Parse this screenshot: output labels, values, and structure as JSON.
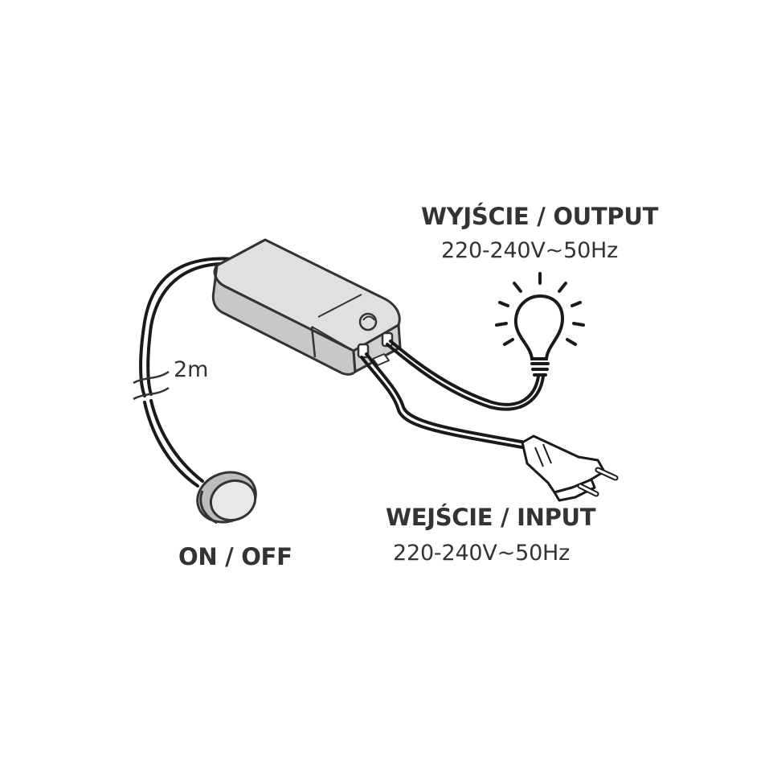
{
  "labels": {
    "output_title": "WYJŚCIE / OUTPUT",
    "output_spec": "220-240V~50Hz",
    "input_title": "WEJŚCIE / INPUT",
    "input_spec": "220-240V~50Hz",
    "switch_label": "ON / OFF",
    "cable_length": "2m"
  },
  "icons": {
    "device": "switch-module-icon",
    "output": "light-bulb-icon",
    "input": "power-plug-icon",
    "switch": "push-button-icon",
    "cable_break": "cable-break-icon"
  },
  "colors": {
    "stroke": "#333333",
    "wire": "#1a1a1a",
    "body": "#d6d6d6",
    "body_shade": "#bdbdbd",
    "background": "#ffffff"
  }
}
